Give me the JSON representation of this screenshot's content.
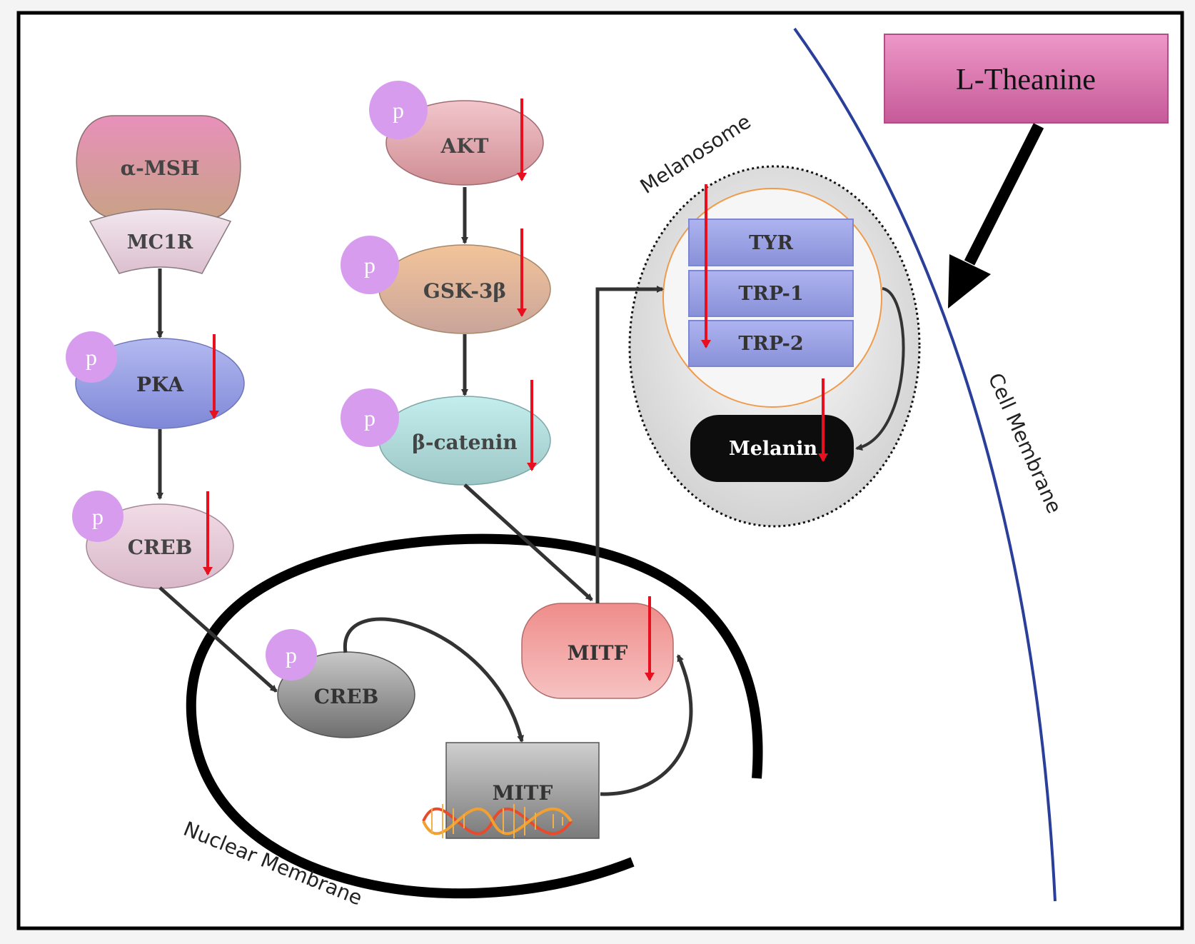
{
  "labels": {
    "l_theanine": "L-Theanine",
    "cell_membrane": "Cell Membrane",
    "nuclear_membrane": "Nuclear Membrane",
    "melanosome": "Melanosome",
    "alpha_msh": "α-MSH",
    "mc1r": "MC1R",
    "pka": "PKA",
    "creb_cyto": "CREB",
    "creb_nuc": "CREB",
    "akt": "AKT",
    "gsk3b": "GSK-3β",
    "beta_catenin": "β-catenin",
    "mitf_protein": "MITF",
    "mitf_gene": "MITF",
    "tyr": "TYR",
    "trp1": "TRP-1",
    "trp2": "TRP-2",
    "melanin": "Melanin",
    "phospho": "p"
  },
  "colors": {
    "downregulation_arrow": "#e8101e",
    "phospho_circle": "#d89cef",
    "cell_membrane_line": "#2a3f9a",
    "l_theanine_box": "#d872b0",
    "enzyme_box": "#9aa3e6",
    "melanin_fill": "#111111",
    "mitf_protein": "#f08f8f",
    "pka_fill": "#8d95de",
    "akt_fill": "#d99aa0",
    "gsk3b_fill": "#ddb08f",
    "beta_catenin_fill": "#a9dede"
  },
  "icons": [
    "dna-helix-icon"
  ]
}
